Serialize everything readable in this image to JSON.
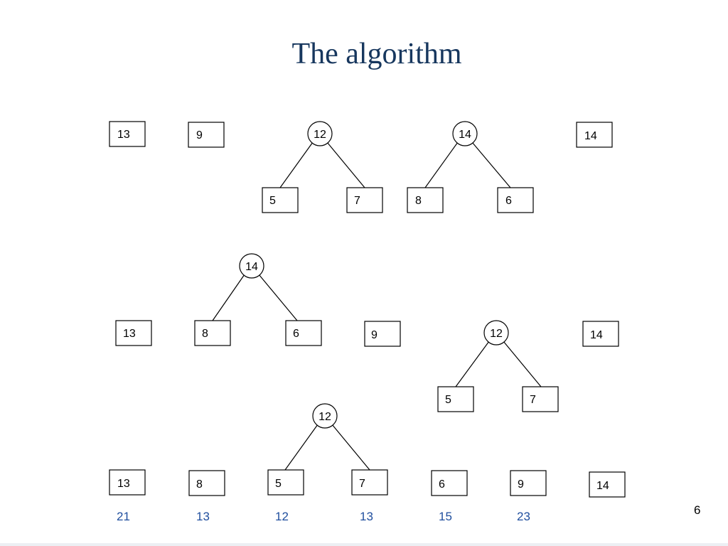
{
  "slide": {
    "title": "The algorithm",
    "page_number": "6"
  },
  "rows": [
    {
      "id": "row1",
      "sequence": [
        "13",
        "9",
        "12(5,7)",
        "14(8,6)",
        "14"
      ],
      "leaves": [
        {
          "id": "r1-leaf-13",
          "value": "13"
        },
        {
          "id": "r1-leaf-9",
          "value": "9"
        },
        {
          "id": "r1-leaf-5",
          "value": "5"
        },
        {
          "id": "r1-leaf-7",
          "value": "7"
        },
        {
          "id": "r1-leaf-8",
          "value": "8"
        },
        {
          "id": "r1-leaf-6",
          "value": "6"
        },
        {
          "id": "r1-leaf-14",
          "value": "14"
        }
      ],
      "internal_nodes": [
        {
          "id": "r1-node-12",
          "value": "12",
          "children": [
            "r1-leaf-5",
            "r1-leaf-7"
          ]
        },
        {
          "id": "r1-node-14",
          "value": "14",
          "children": [
            "r1-leaf-8",
            "r1-leaf-6"
          ]
        }
      ]
    },
    {
      "id": "row2",
      "leaves": [
        {
          "id": "r2-leaf-13",
          "value": "13"
        },
        {
          "id": "r2-leaf-8",
          "value": "8"
        },
        {
          "id": "r2-leaf-6",
          "value": "6"
        },
        {
          "id": "r2-leaf-9",
          "value": "9"
        },
        {
          "id": "r2-leaf-5",
          "value": "5"
        },
        {
          "id": "r2-leaf-7",
          "value": "7"
        },
        {
          "id": "r2-leaf-14",
          "value": "14"
        }
      ],
      "internal_nodes": [
        {
          "id": "r2-node-14",
          "value": "14",
          "children": [
            "r2-leaf-8",
            "r2-leaf-6"
          ]
        },
        {
          "id": "r2-node-12",
          "value": "12",
          "children": [
            "r2-leaf-5",
            "r2-leaf-7"
          ]
        }
      ]
    },
    {
      "id": "row3",
      "leaves": [
        {
          "id": "r3-leaf-13",
          "value": "13"
        },
        {
          "id": "r3-leaf-8",
          "value": "8"
        },
        {
          "id": "r3-leaf-5",
          "value": "5"
        },
        {
          "id": "r3-leaf-7",
          "value": "7"
        },
        {
          "id": "r3-leaf-6",
          "value": "6"
        },
        {
          "id": "r3-leaf-9",
          "value": "9"
        },
        {
          "id": "r3-leaf-14",
          "value": "14"
        }
      ],
      "internal_nodes": [
        {
          "id": "r3-node-12",
          "value": "12",
          "children": [
            "r3-leaf-5",
            "r3-leaf-7"
          ]
        }
      ],
      "pair_sums": [
        "21",
        "13",
        "12",
        "13",
        "15",
        "23"
      ]
    }
  ],
  "colors": {
    "title": "#17375e",
    "pair_sums": "#1f4e9e",
    "outline": "#000000"
  }
}
